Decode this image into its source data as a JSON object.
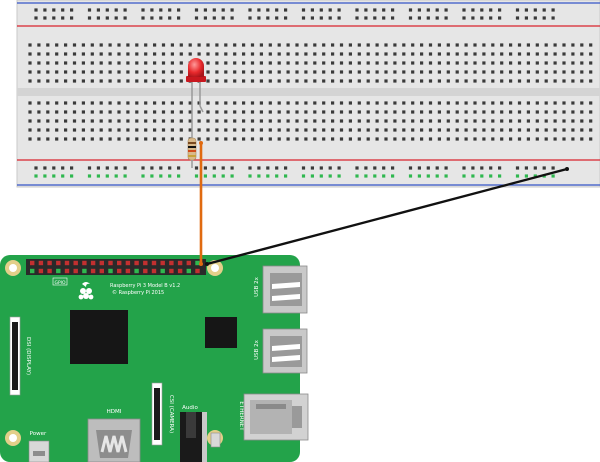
{
  "board": {
    "model_line1": "Raspberry Pi 3 Model B v1.2",
    "model_line2": "© Raspberry Pi 2015",
    "usb1": "USB 2x",
    "usb2": "USB 2x",
    "display": "DSI (DISPLAY)",
    "camera": "CSI (CAMERA)",
    "audio": "Audio",
    "hdmi": "HDMI",
    "ethernet": "ETHERNET",
    "power": "Power",
    "gpio_tag": "GPIO"
  },
  "colors": {
    "board_green": "#23a34a",
    "breadboard": "#e6e6e6",
    "rail_red": "#d9232e",
    "rail_blue": "#3555c8",
    "wire_orange": "#e06a10",
    "wire_black": "#111111",
    "led_red": "#e8292c"
  }
}
